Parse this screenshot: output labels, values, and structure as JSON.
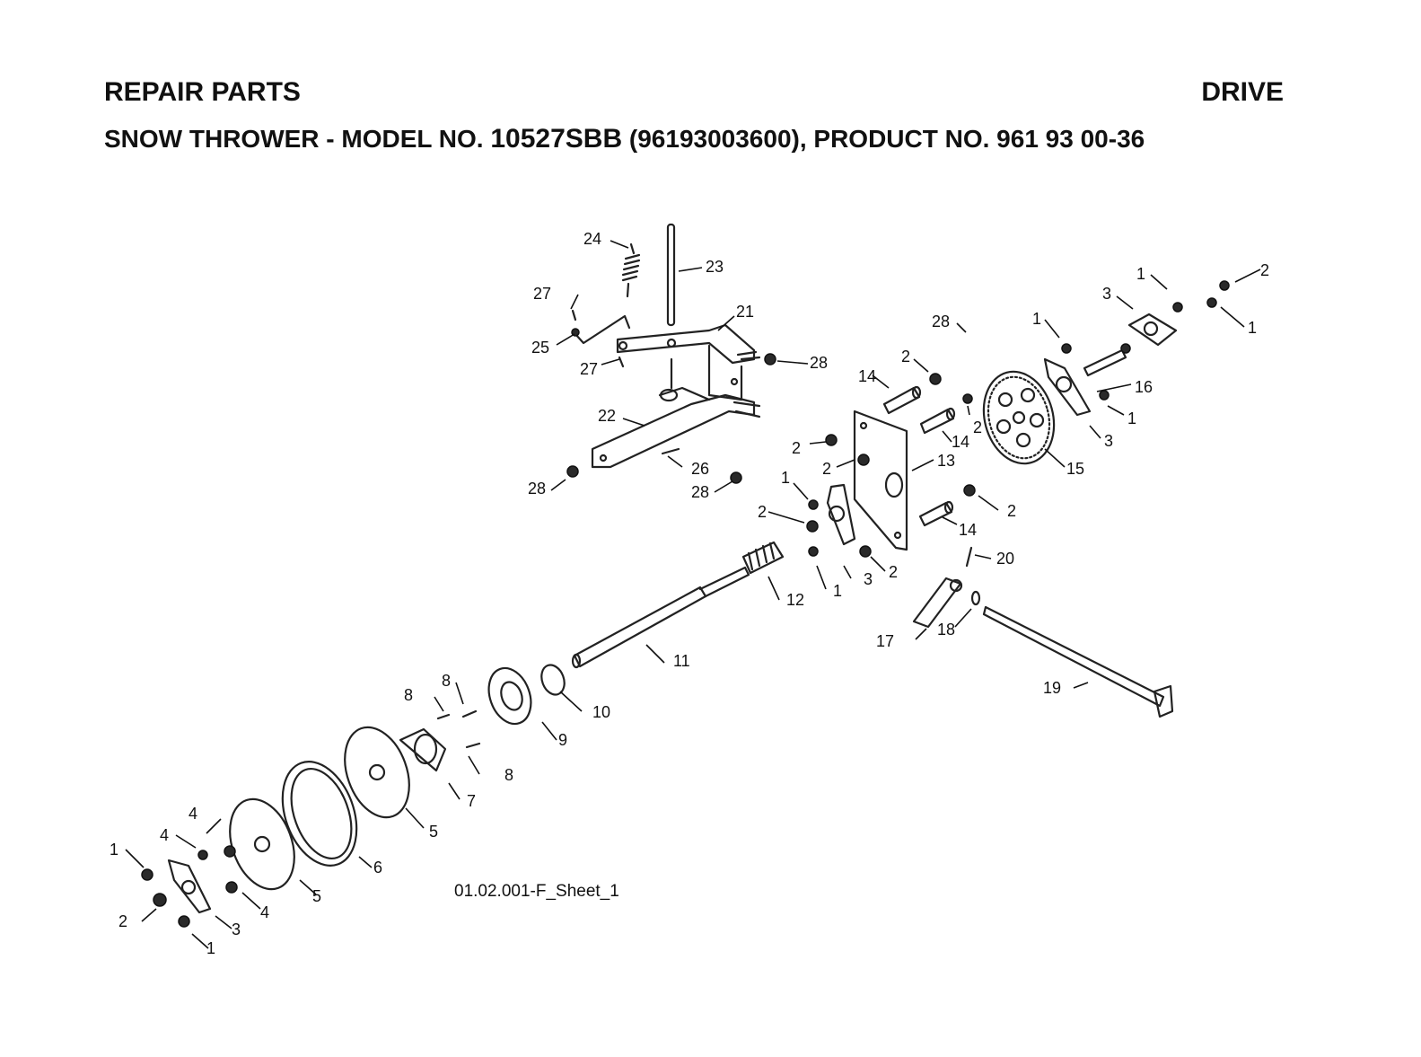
{
  "header": {
    "left_title": "REPAIR PARTS",
    "right_title": "DRIVE",
    "subtitle_prefix": "SNOW THROWER - MODEL NO. ",
    "subtitle_model": "10527SBB",
    "subtitle_suffix": " (96193003600), PRODUCT NO. 961 93 00-36"
  },
  "footer": {
    "sheet_id": "01.02.001-F_Sheet_1"
  },
  "callouts": [
    "1",
    "2",
    "3",
    "4",
    "5",
    "6",
    "7",
    "8",
    "9",
    "10",
    "11",
    "12",
    "13",
    "14",
    "15",
    "16",
    "17",
    "18",
    "19",
    "20",
    "21",
    "22",
    "23",
    "24",
    "25",
    "26",
    "27",
    "28"
  ]
}
